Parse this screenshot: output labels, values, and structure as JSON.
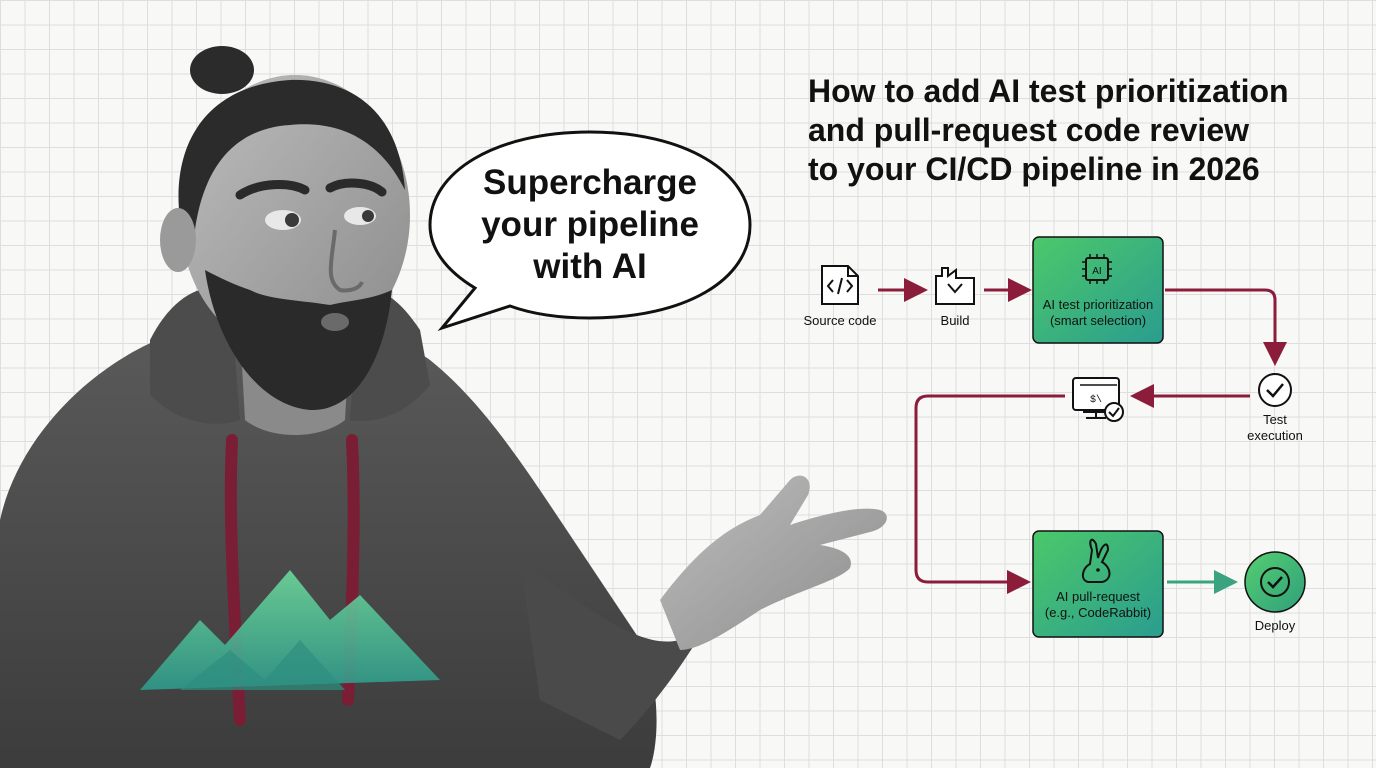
{
  "speech_bubble": {
    "line1": "Supercharge",
    "line2": "your pipeline",
    "line3": "with AI"
  },
  "headline": {
    "line1": "How to add AI test prioritization",
    "line2": "and pull-request code review",
    "line3": "to your CI/CD pipeline in 2026"
  },
  "diagram": {
    "source_code": "Source code",
    "build": "Build",
    "ai_test_line1": "AI test prioritization",
    "ai_test_line2": "(smart selection)",
    "ai_chip_text": "AI",
    "test_execution_line1": "Test",
    "test_execution_line2": "execution",
    "ai_pr_line1": "AI pull-request",
    "ai_pr_line2": "(e.g., CodeRabbit)",
    "deploy": "Deploy"
  },
  "colors": {
    "arrow": "#8b1c3a",
    "arrow_green": "#3aa37f",
    "box_green": "#49c46a",
    "box_teal": "#2a9d8f",
    "hoodie_string": "#7a1e35",
    "mountain_green": "#4fc58a"
  }
}
